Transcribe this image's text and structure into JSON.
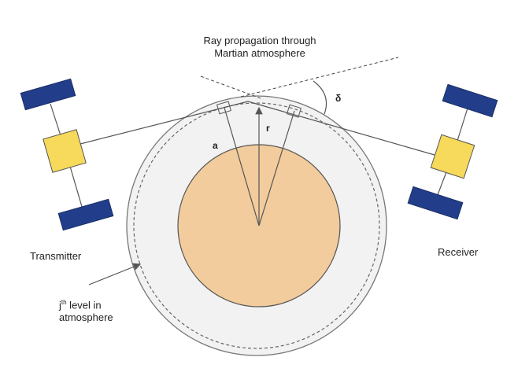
{
  "caption": {
    "line1": "Ray propagation through",
    "line2": "Martian atmosphere"
  },
  "labels": {
    "transmitter": "Transmitter",
    "receiver": "Receiver",
    "level_prefix": "j",
    "level_sup": "th",
    "level_line1": " level in",
    "level_line2": "atmosphere",
    "delta": "δ",
    "r": "r",
    "a": "a"
  },
  "colors": {
    "planet": "#f2cc9c",
    "atmosphere": "#f2f2f2",
    "satellite_body": "#f7d95b",
    "solar_panel": "#223e8a",
    "line": "#555555"
  }
}
